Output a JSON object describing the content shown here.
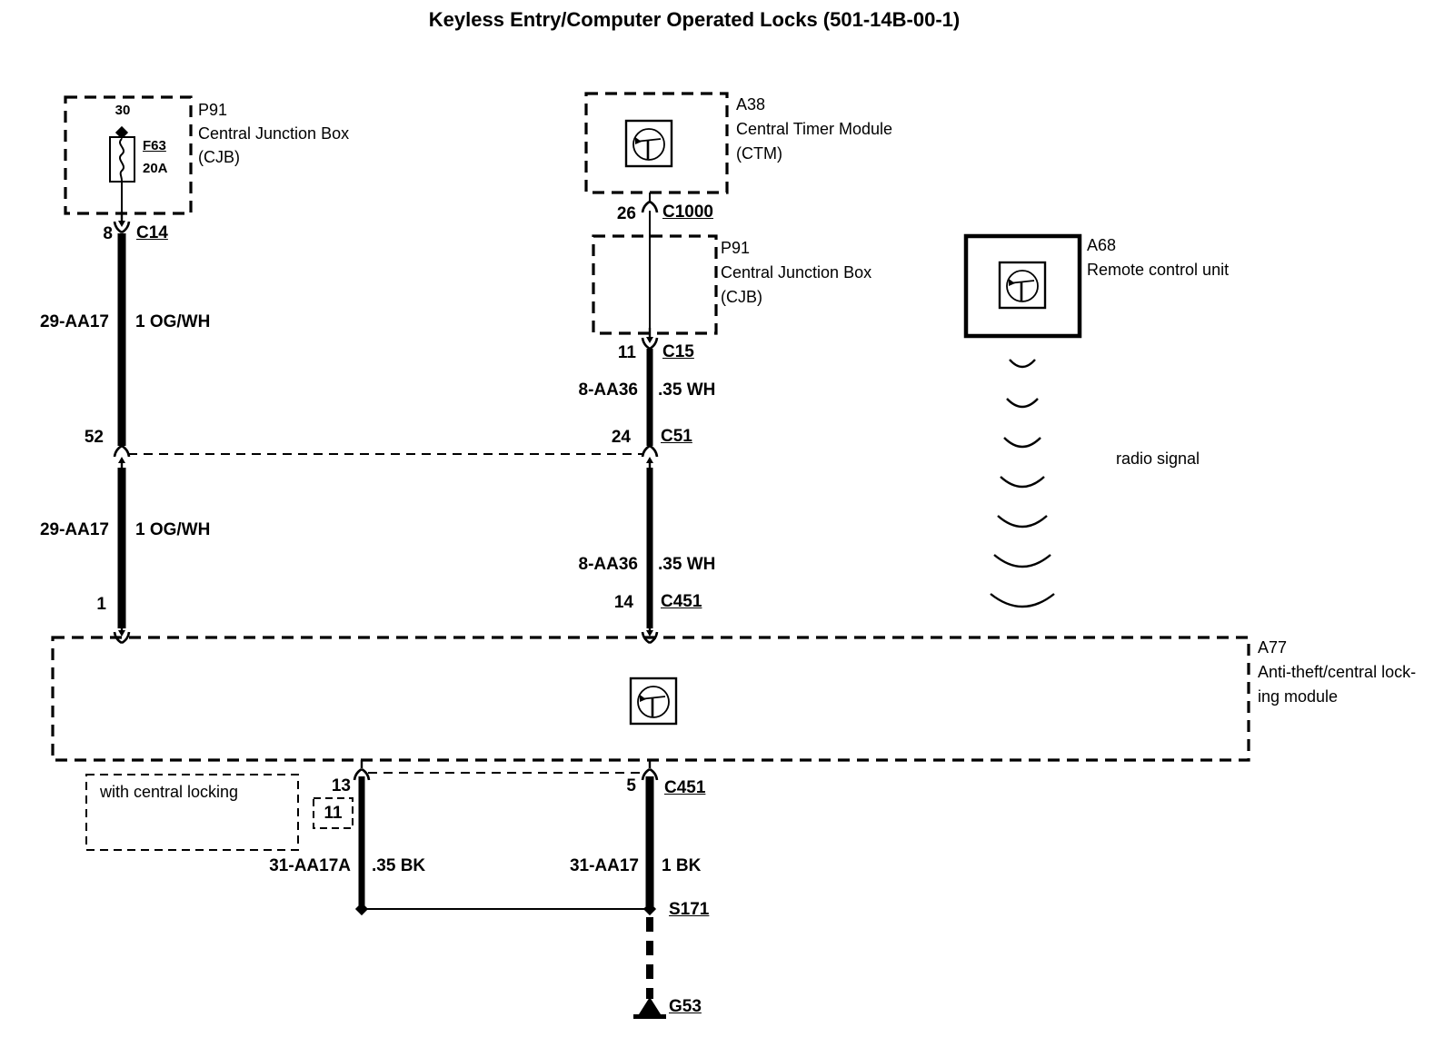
{
  "title": "Keyless Entry/Computer Operated Locks (501-14B-00-1)",
  "colors": {
    "ink": "#000000",
    "background": "#ffffff"
  },
  "components": {
    "cjb_top": {
      "id": "P91",
      "name": "Central Junction Box",
      "abbr": "(CJB)"
    },
    "ctm": {
      "id": "A38",
      "name": "Central Timer Module",
      "abbr": "(CTM)"
    },
    "cjb_mid": {
      "id": "P91",
      "name": "Central Junction Box",
      "abbr": "(CJB)"
    },
    "remote": {
      "id": "A68",
      "name": "Remote control unit",
      "signal_label": "radio signal"
    },
    "module": {
      "id": "A77",
      "name_line1": "Anti-theft/central lock-",
      "name_line2": "ing module"
    }
  },
  "fuse": {
    "pin": "30",
    "id": "F63",
    "rating": "20A"
  },
  "pins": {
    "p8": "8",
    "p52": "52",
    "p1": "1",
    "p26": "26",
    "p11": "11",
    "p24": "24",
    "p14": "14",
    "p13": "13",
    "p5": "5"
  },
  "connectors": {
    "c14": "C14",
    "c1000": "C1000",
    "c15": "C15",
    "c51": "C51",
    "c451": "C451",
    "c451b": "C451",
    "s171": "S171",
    "g53": "G53"
  },
  "wires": {
    "left1": {
      "id": "29-AA17",
      "gauge": "1 OG/WH"
    },
    "left2": {
      "id": "29-AA17",
      "gauge": "1 OG/WH"
    },
    "mid1": {
      "id": "8-AA36",
      "gauge": ".35 WH"
    },
    "mid2": {
      "id": "8-AA36",
      "gauge": ".35 WH"
    },
    "bottom_left": {
      "id": "31-AA17A",
      "gauge": ".35 BK"
    },
    "bottom_right": {
      "id": "31-AA17",
      "gauge": "1 BK"
    }
  },
  "option": {
    "label": "with central locking",
    "box_label": "11"
  }
}
